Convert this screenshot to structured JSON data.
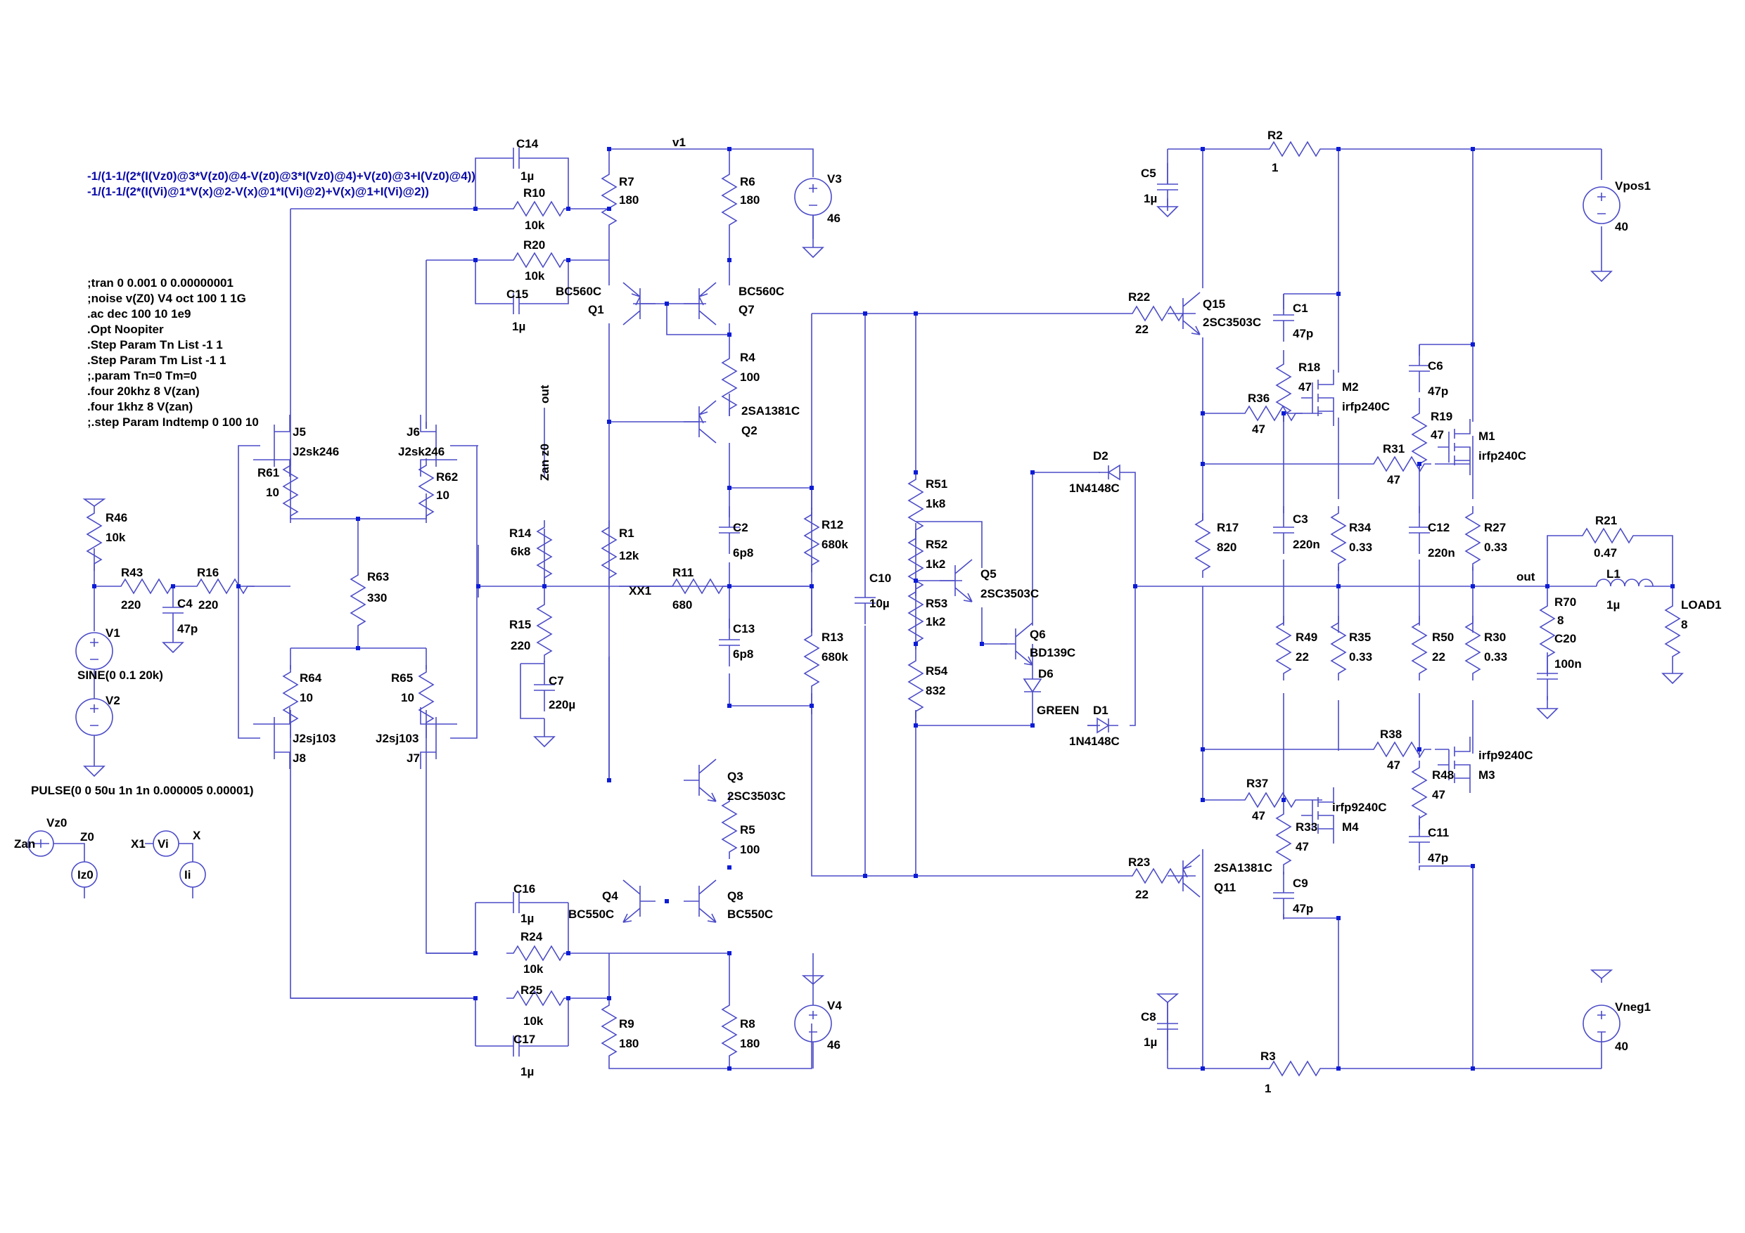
{
  "directives": [
    "-1/(1-1/(2*(I(Vz0)@3*V(z0)@4-V(z0)@3*I(Vz0)@4)+V(z0)@3+I(Vz0)@4))",
    "-1/(1-1/(2*(I(Vi)@1*V(x)@2-V(x)@1*I(Vi)@2)+V(x)@1+I(Vi)@2))"
  ],
  "spice": [
    ";tran 0 0.001 0 0.00000001",
    ";noise v(Z0) V4 oct 100 1 1G",
    ".ac dec 100 10 1e9",
    ".Opt Noopiter",
    ".Step Param Tn List -1 1",
    ".Step Param Tm List -1 1",
    ";.param Tn=0 Tm=0",
    ".four 20khz 8 V(zan)",
    ".four 1khz 8 V(zan)",
    ";.step Param Indtemp 0 100 10"
  ],
  "nets": {
    "v1": "v1",
    "out_top": "out",
    "out_right": "out",
    "xx1": "XX1",
    "zan_z0": "Zan z0"
  },
  "resistors": [
    {
      "n": "R7",
      "v": "180"
    },
    {
      "n": "R6",
      "v": "180"
    },
    {
      "n": "R10",
      "v": "10k"
    },
    {
      "n": "R20",
      "v": "10k"
    },
    {
      "n": "R4",
      "v": "100"
    },
    {
      "n": "R61",
      "v": "10"
    },
    {
      "n": "R62",
      "v": "10"
    },
    {
      "n": "R46",
      "v": "10k"
    },
    {
      "n": "R43",
      "v": "220"
    },
    {
      "n": "R16",
      "v": "220"
    },
    {
      "n": "R63",
      "v": "330"
    },
    {
      "n": "R14",
      "v": "6k8"
    },
    {
      "n": "R1",
      "v": "12k"
    },
    {
      "n": "R11",
      "v": "680"
    },
    {
      "n": "R15",
      "v": "220"
    },
    {
      "n": "R12",
      "v": "680k"
    },
    {
      "n": "R13",
      "v": "680k"
    },
    {
      "n": "R64",
      "v": "10"
    },
    {
      "n": "R65",
      "v": "10"
    },
    {
      "n": "R5",
      "v": "100"
    },
    {
      "n": "R24",
      "v": "10k"
    },
    {
      "n": "R25",
      "v": "10k"
    },
    {
      "n": "R9",
      "v": "180"
    },
    {
      "n": "R8",
      "v": "180"
    },
    {
      "n": "R51",
      "v": "1k8"
    },
    {
      "n": "R52",
      "v": "1k2"
    },
    {
      "n": "R53",
      "v": "1k2"
    },
    {
      "n": "R54",
      "v": "832"
    },
    {
      "n": "R2",
      "v": "1"
    },
    {
      "n": "R3",
      "v": "1"
    },
    {
      "n": "R22",
      "v": "22"
    },
    {
      "n": "R23",
      "v": "22"
    },
    {
      "n": "R18",
      "v": "47"
    },
    {
      "n": "R36",
      "v": "47"
    },
    {
      "n": "R17",
      "v": "820"
    },
    {
      "n": "R31",
      "v": "47"
    },
    {
      "n": "R19",
      "v": "47"
    },
    {
      "n": "R34",
      "v": "0.33"
    },
    {
      "n": "R27",
      "v": "0.33"
    },
    {
      "n": "R49",
      "v": "22"
    },
    {
      "n": "R35",
      "v": "0.33"
    },
    {
      "n": "R50",
      "v": "22"
    },
    {
      "n": "R30",
      "v": "0.33"
    },
    {
      "n": "R38",
      "v": "47"
    },
    {
      "n": "R48",
      "v": "47"
    },
    {
      "n": "R37",
      "v": "47"
    },
    {
      "n": "R33",
      "v": "47"
    },
    {
      "n": "R21",
      "v": "0.47"
    },
    {
      "n": "R70",
      "v": "8"
    },
    {
      "n": "LOAD1",
      "v": "8"
    }
  ],
  "capacitors": [
    {
      "n": "C14",
      "v": "1µ"
    },
    {
      "n": "C15",
      "v": "1µ"
    },
    {
      "n": "C4",
      "v": "47p"
    },
    {
      "n": "C2",
      "v": "6p8"
    },
    {
      "n": "C13",
      "v": "6p8"
    },
    {
      "n": "C7",
      "v": "220µ"
    },
    {
      "n": "C16",
      "v": "1µ"
    },
    {
      "n": "C17",
      "v": "1µ"
    },
    {
      "n": "C10",
      "v": "10µ"
    },
    {
      "n": "C5",
      "v": "1µ"
    },
    {
      "n": "C8",
      "v": "1µ"
    },
    {
      "n": "C1",
      "v": "47p"
    },
    {
      "n": "C6",
      "v": "47p"
    },
    {
      "n": "C3",
      "v": "220n"
    },
    {
      "n": "C12",
      "v": "220n"
    },
    {
      "n": "C11",
      "v": "47p"
    },
    {
      "n": "C9",
      "v": "47p"
    },
    {
      "n": "C20",
      "v": "100n"
    }
  ],
  "inductor": {
    "n": "L1",
    "v": "1µ"
  },
  "transistors": [
    {
      "n": "Q1",
      "m": "BC560C"
    },
    {
      "n": "Q7",
      "m": "BC560C"
    },
    {
      "n": "Q2",
      "m": "2SA1381C"
    },
    {
      "n": "Q3",
      "m": "2SC3503C"
    },
    {
      "n": "Q4",
      "m": "BC550C"
    },
    {
      "n": "Q8",
      "m": "BC550C"
    },
    {
      "n": "Q5",
      "m": "2SC3503C"
    },
    {
      "n": "Q6",
      "m": "BD139C"
    },
    {
      "n": "Q15",
      "m": "2SC3503C"
    },
    {
      "n": "Q11",
      "m": "2SA1381C"
    },
    {
      "n": "J5",
      "m": "J2sk246"
    },
    {
      "n": "J6",
      "m": "J2sk246"
    },
    {
      "n": "J8",
      "m": "J2sj103"
    },
    {
      "n": "J7",
      "m": "J2sj103"
    },
    {
      "n": "M2",
      "m": "irfp240C"
    },
    {
      "n": "M1",
      "m": "irfp240C"
    },
    {
      "n": "M3",
      "m": "irfp9240C"
    },
    {
      "n": "M4",
      "m": "irfp9240C"
    }
  ],
  "diodes": [
    {
      "n": "D2",
      "m": "1N4148C"
    },
    {
      "n": "D1",
      "m": "1N4148C"
    },
    {
      "n": "D6",
      "m": "GREEN"
    }
  ],
  "sources": [
    {
      "n": "V3",
      "v": "46"
    },
    {
      "n": "V4",
      "v": "46"
    },
    {
      "n": "Vpos1",
      "v": "40"
    },
    {
      "n": "Vneg1",
      "v": "40"
    },
    {
      "n": "V1",
      "v": "SINE(0 0.1 20k)"
    },
    {
      "n": "V2",
      "v": "PULSE(0 0 50u 1n 1n 0.000005 0.00001)"
    }
  ],
  "probe": {
    "vz0": "Vz0",
    "z0": "Z0",
    "zan": "Zan",
    "iz0": "Iz0",
    "x1": "X1",
    "vi": "Vi",
    "x": "X",
    "ii": "Ii"
  }
}
